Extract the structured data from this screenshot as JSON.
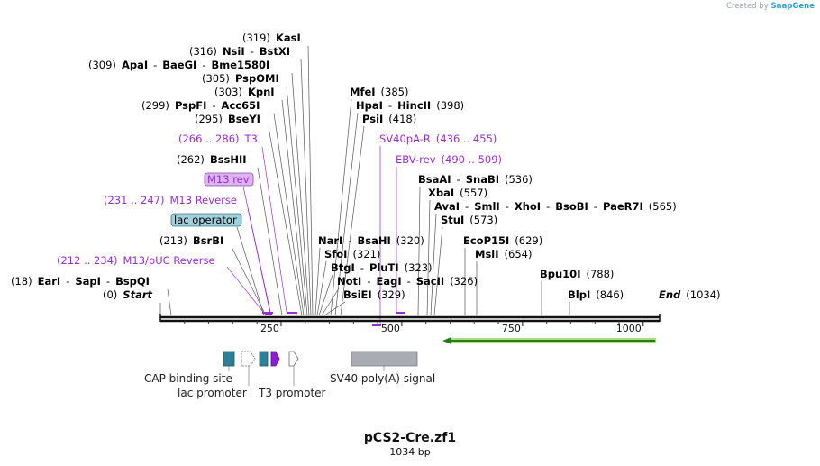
{
  "brand": {
    "prefix": "Created by",
    "name": "SnapGene"
  },
  "title": "pCS2-Cre.zf1",
  "length_label": "1034 bp",
  "sequence_length": 1034,
  "axis_ticks": [
    "250",
    "500",
    "750",
    "1000"
  ],
  "enzymes": [
    {
      "id": "kasi",
      "parts": [
        "(319)",
        "KasI"
      ]
    },
    {
      "id": "nsii",
      "parts": [
        "(316)",
        "NsiI",
        "-",
        "BstXI"
      ]
    },
    {
      "id": "apai",
      "parts": [
        "(309)",
        "ApaI",
        "-",
        "BaeGI",
        "-",
        "Bme1580I"
      ]
    },
    {
      "id": "pspomi",
      "parts": [
        "(305)",
        "PspOMI"
      ]
    },
    {
      "id": "kpni",
      "parts": [
        "(303)",
        "KpnI"
      ]
    },
    {
      "id": "pspfi",
      "parts": [
        "(299)",
        "PspFI",
        "-",
        "Acc65I"
      ]
    },
    {
      "id": "bseyi",
      "parts": [
        "(295)",
        "BseYI"
      ]
    },
    {
      "id": "bsshii",
      "parts": [
        "(262)",
        "BssHII"
      ]
    },
    {
      "id": "bsrbi",
      "parts": [
        "(213)",
        "BsrBI"
      ]
    },
    {
      "id": "eari",
      "parts": [
        "(18)",
        "EarI",
        "-",
        "SapI",
        "-",
        "BspQI"
      ]
    },
    {
      "id": "start",
      "parts": [
        "(0)",
        "Start"
      ]
    },
    {
      "id": "mfei",
      "parts": [
        "MfeI",
        "(385)"
      ]
    },
    {
      "id": "hpai",
      "parts": [
        "HpaI",
        "-",
        "HincII",
        "(398)"
      ]
    },
    {
      "id": "psii",
      "parts": [
        "PsiI",
        "(418)"
      ]
    },
    {
      "id": "bsaai",
      "parts": [
        "BsaAI",
        "-",
        "SnaBI",
        "(536)"
      ]
    },
    {
      "id": "xbai",
      "parts": [
        "XbaI",
        "(557)"
      ]
    },
    {
      "id": "avai",
      "parts": [
        "AvaI",
        "-",
        "SmlI",
        "-",
        "XhoI",
        "-",
        "BsoBI",
        "-",
        "PaeR7I",
        "(565)"
      ]
    },
    {
      "id": "stui",
      "parts": [
        "StuI",
        "(573)"
      ]
    },
    {
      "id": "nari",
      "parts": [
        "NarI",
        "-",
        "BsaHI",
        "(320)"
      ]
    },
    {
      "id": "sfoi",
      "parts": [
        "SfoI",
        "(321)"
      ]
    },
    {
      "id": "btgi",
      "parts": [
        "BtgI",
        "-",
        "PluTI",
        "(323)"
      ]
    },
    {
      "id": "noti",
      "parts": [
        "NotI",
        "-",
        "EagI",
        "-",
        "SacII",
        "(326)"
      ]
    },
    {
      "id": "bsiei",
      "parts": [
        "BsiEI",
        "(329)"
      ]
    },
    {
      "id": "ecop15i",
      "parts": [
        "EcoP15I",
        "(629)"
      ]
    },
    {
      "id": "msli",
      "parts": [
        "MslI",
        "(654)"
      ]
    },
    {
      "id": "bpu10i",
      "parts": [
        "Bpu10I",
        "(788)"
      ]
    },
    {
      "id": "blpi",
      "parts": [
        "BlpI",
        "(846)"
      ]
    },
    {
      "id": "end",
      "parts": [
        "End",
        "(1034)"
      ]
    }
  ],
  "primers": [
    {
      "id": "t3",
      "parts": [
        "(266 .. 286)",
        "T3"
      ]
    },
    {
      "id": "m13rev",
      "parts": [
        "M13 rev"
      ]
    },
    {
      "id": "m13reverse",
      "parts": [
        "(231 .. 247)",
        "M13 Reverse"
      ]
    },
    {
      "id": "lacop",
      "parts": [
        "lac operator"
      ]
    },
    {
      "id": "m13puc",
      "parts": [
        "(212 .. 234)",
        "M13/pUC Reverse"
      ]
    },
    {
      "id": "sv40pa",
      "parts": [
        "SV40pA-R",
        "(436 .. 455)"
      ]
    },
    {
      "id": "ebv",
      "parts": [
        "EBV-rev",
        "(490 .. 509)"
      ]
    }
  ],
  "features": [
    {
      "id": "cap",
      "label": "CAP binding site"
    },
    {
      "id": "lacp",
      "label": "lac promoter"
    },
    {
      "id": "t3p",
      "label": "T3 promoter"
    },
    {
      "id": "sv40",
      "label": "SV40 poly(A) signal"
    }
  ],
  "colors": {
    "primer": "#9b2bd6",
    "cap_feature": "#2f7f9a",
    "t3_feature": "#8a1fd6",
    "sv40_feature": "#a9adb3",
    "arrow": "#2b7a1a",
    "arrow_glow": "#a6e07a",
    "m13rev_box": "#dcb4f0",
    "lacop_box": "#9fd0dc"
  }
}
